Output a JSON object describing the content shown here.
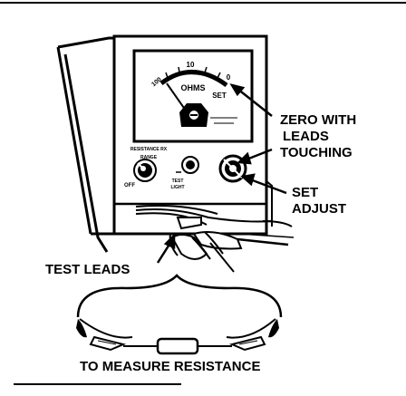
{
  "diagram": {
    "callouts": {
      "zero_with_leads_touching": [
        "ZERO WITH",
        "LEADS",
        "TOUCHING"
      ],
      "set_adjust": [
        "SET",
        "ADJUST"
      ],
      "test_leads": "TEST LEADS",
      "to_measure_resistance": "TO MEASURE RESISTANCE"
    },
    "meter_face": {
      "scale_top": "10",
      "scale_left": "100",
      "scale_right": "0",
      "unit_label": "OHMS",
      "set_mark": "SET"
    },
    "panel_labels": {
      "selector_top": "RESISTANCE RX",
      "selector_sub": "RANGE",
      "off_label": "OFF",
      "test_top": "TEST",
      "test_bottom": "LIGHT"
    }
  }
}
